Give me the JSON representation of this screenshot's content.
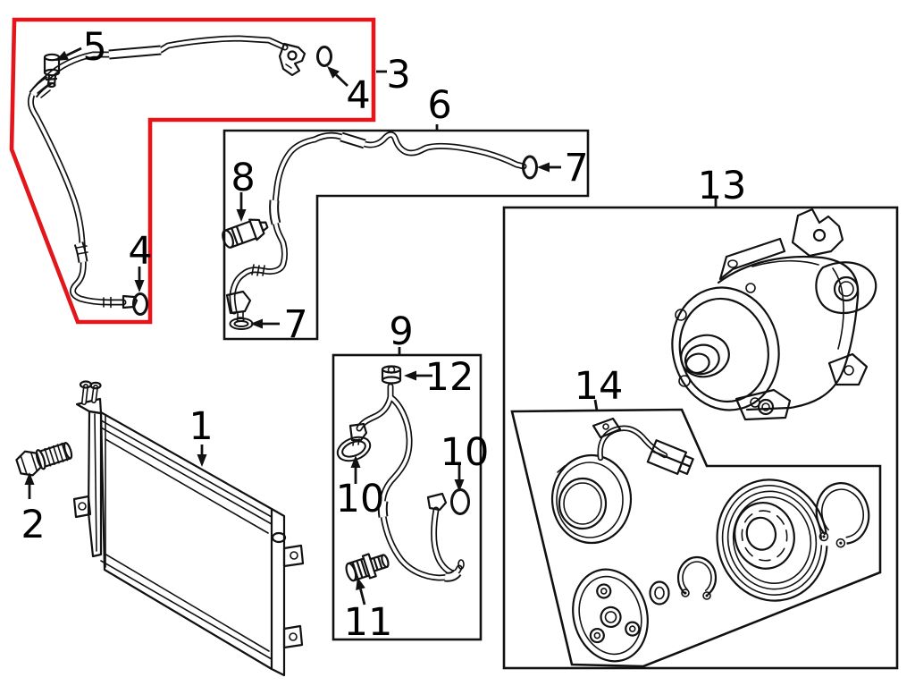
{
  "figure": {
    "background": "#ffffff",
    "line_color": "#111111",
    "highlight_color": "#e2161b"
  },
  "callouts": [
    {
      "part": "1",
      "target": "condenser"
    },
    {
      "part": "2",
      "target": "condenser-mount-bolt"
    },
    {
      "part": "3",
      "target": "highlighted-ac-line-assembly"
    },
    {
      "part": "4",
      "target": "o-ring-upper"
    },
    {
      "part": "4",
      "target": "o-ring-lower"
    },
    {
      "part": "5",
      "target": "service-port-cap"
    },
    {
      "part": "6",
      "target": "ac-line-assembly"
    },
    {
      "part": "7",
      "target": "o-ring-line-end"
    },
    {
      "part": "7",
      "target": "o-ring-line-bottom"
    },
    {
      "part": "8",
      "target": "pressure-transducer"
    },
    {
      "part": "9",
      "target": "ac-suction-line"
    },
    {
      "part": "10",
      "target": "o-ring-left"
    },
    {
      "part": "10",
      "target": "o-ring-right"
    },
    {
      "part": "11",
      "target": "charge-port-valve"
    },
    {
      "part": "12",
      "target": "port-cap"
    },
    {
      "part": "13",
      "target": "compressor"
    },
    {
      "part": "14",
      "target": "compressor-clutch-kit"
    }
  ]
}
